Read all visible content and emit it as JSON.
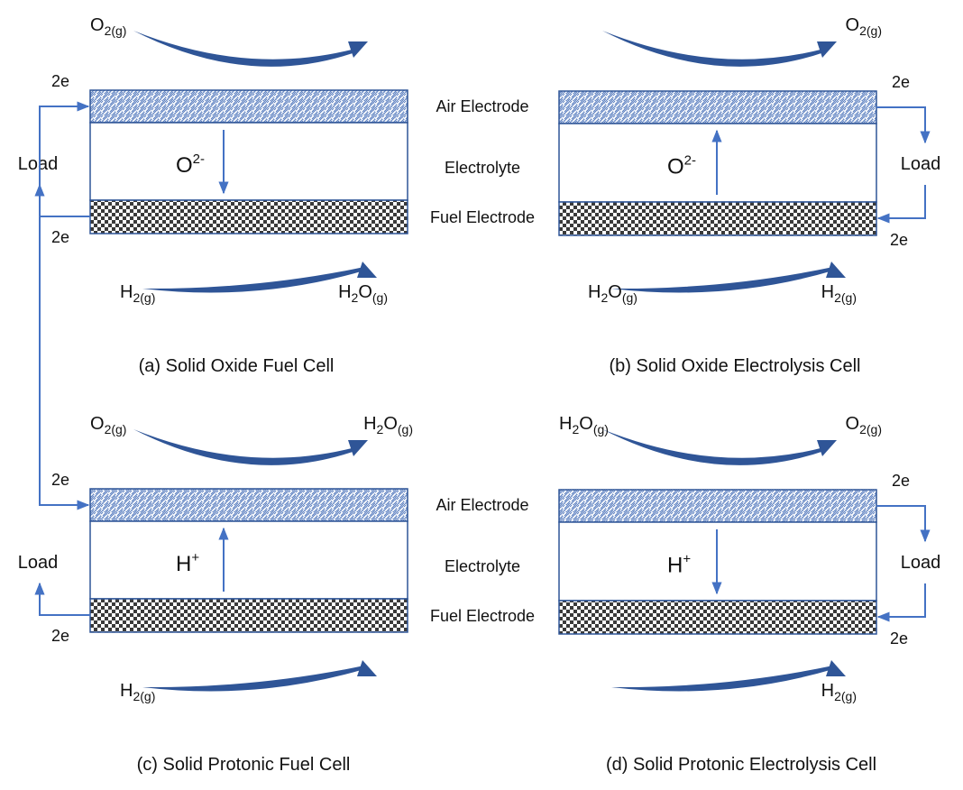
{
  "colors": {
    "accent": "#4472c4",
    "dark_arrow": "#2f5597",
    "box": "#2e5597",
    "check": "#3a3a3a"
  },
  "labels": {
    "air": "Air Electrode",
    "electrolyte": "Electrolyte",
    "fuel": "Fuel Electrode",
    "load": "Load",
    "electrons": "2e"
  },
  "panels": [
    {
      "caption": "(a) Solid Oxide Fuel Cell",
      "top_left": {
        "base": "O",
        "sub": "2(g)"
      },
      "top_right": null,
      "bottom_left": {
        "base": "H",
        "sub": "2(g)"
      },
      "bottom_right": {
        "base": "H",
        "sub": "2",
        "base2": "O",
        "sub2": "(g)"
      },
      "ion": {
        "base": "O",
        "sup": "2-"
      },
      "ion_direction": "down",
      "load_side": "left"
    },
    {
      "caption": "(b) Solid Oxide Electrolysis Cell",
      "top_left": null,
      "top_right": {
        "base": "O",
        "sub": "2(g)"
      },
      "bottom_left": {
        "base": "H",
        "sub": "2",
        "base2": "O",
        "sub2": "(g)"
      },
      "bottom_right": {
        "base": "H",
        "sub": "2(g)"
      },
      "ion": {
        "base": "O",
        "sup": "2-"
      },
      "ion_direction": "up",
      "load_side": "right"
    },
    {
      "caption": "(c) Solid Protonic Fuel Cell",
      "top_left": {
        "base": "O",
        "sub": "2(g)"
      },
      "top_right": {
        "base": "H",
        "sub": "2",
        "base2": "O",
        "sub2": "(g)"
      },
      "bottom_left": {
        "base": "H",
        "sub": "2(g)"
      },
      "bottom_right": null,
      "ion": {
        "base": "H",
        "sup": "+"
      },
      "ion_direction": "up",
      "load_side": "left"
    },
    {
      "caption": "(d) Solid Protonic Electrolysis Cell",
      "top_left": {
        "base": "H",
        "sub": "2",
        "base2": "O",
        "sub2": "(g)"
      },
      "top_right": {
        "base": "O",
        "sub": "2(g)"
      },
      "bottom_left": null,
      "bottom_right": {
        "base": "H",
        "sub": "2(g)"
      },
      "ion": {
        "base": "H",
        "sup": "+"
      },
      "ion_direction": "down",
      "load_side": "right"
    }
  ]
}
